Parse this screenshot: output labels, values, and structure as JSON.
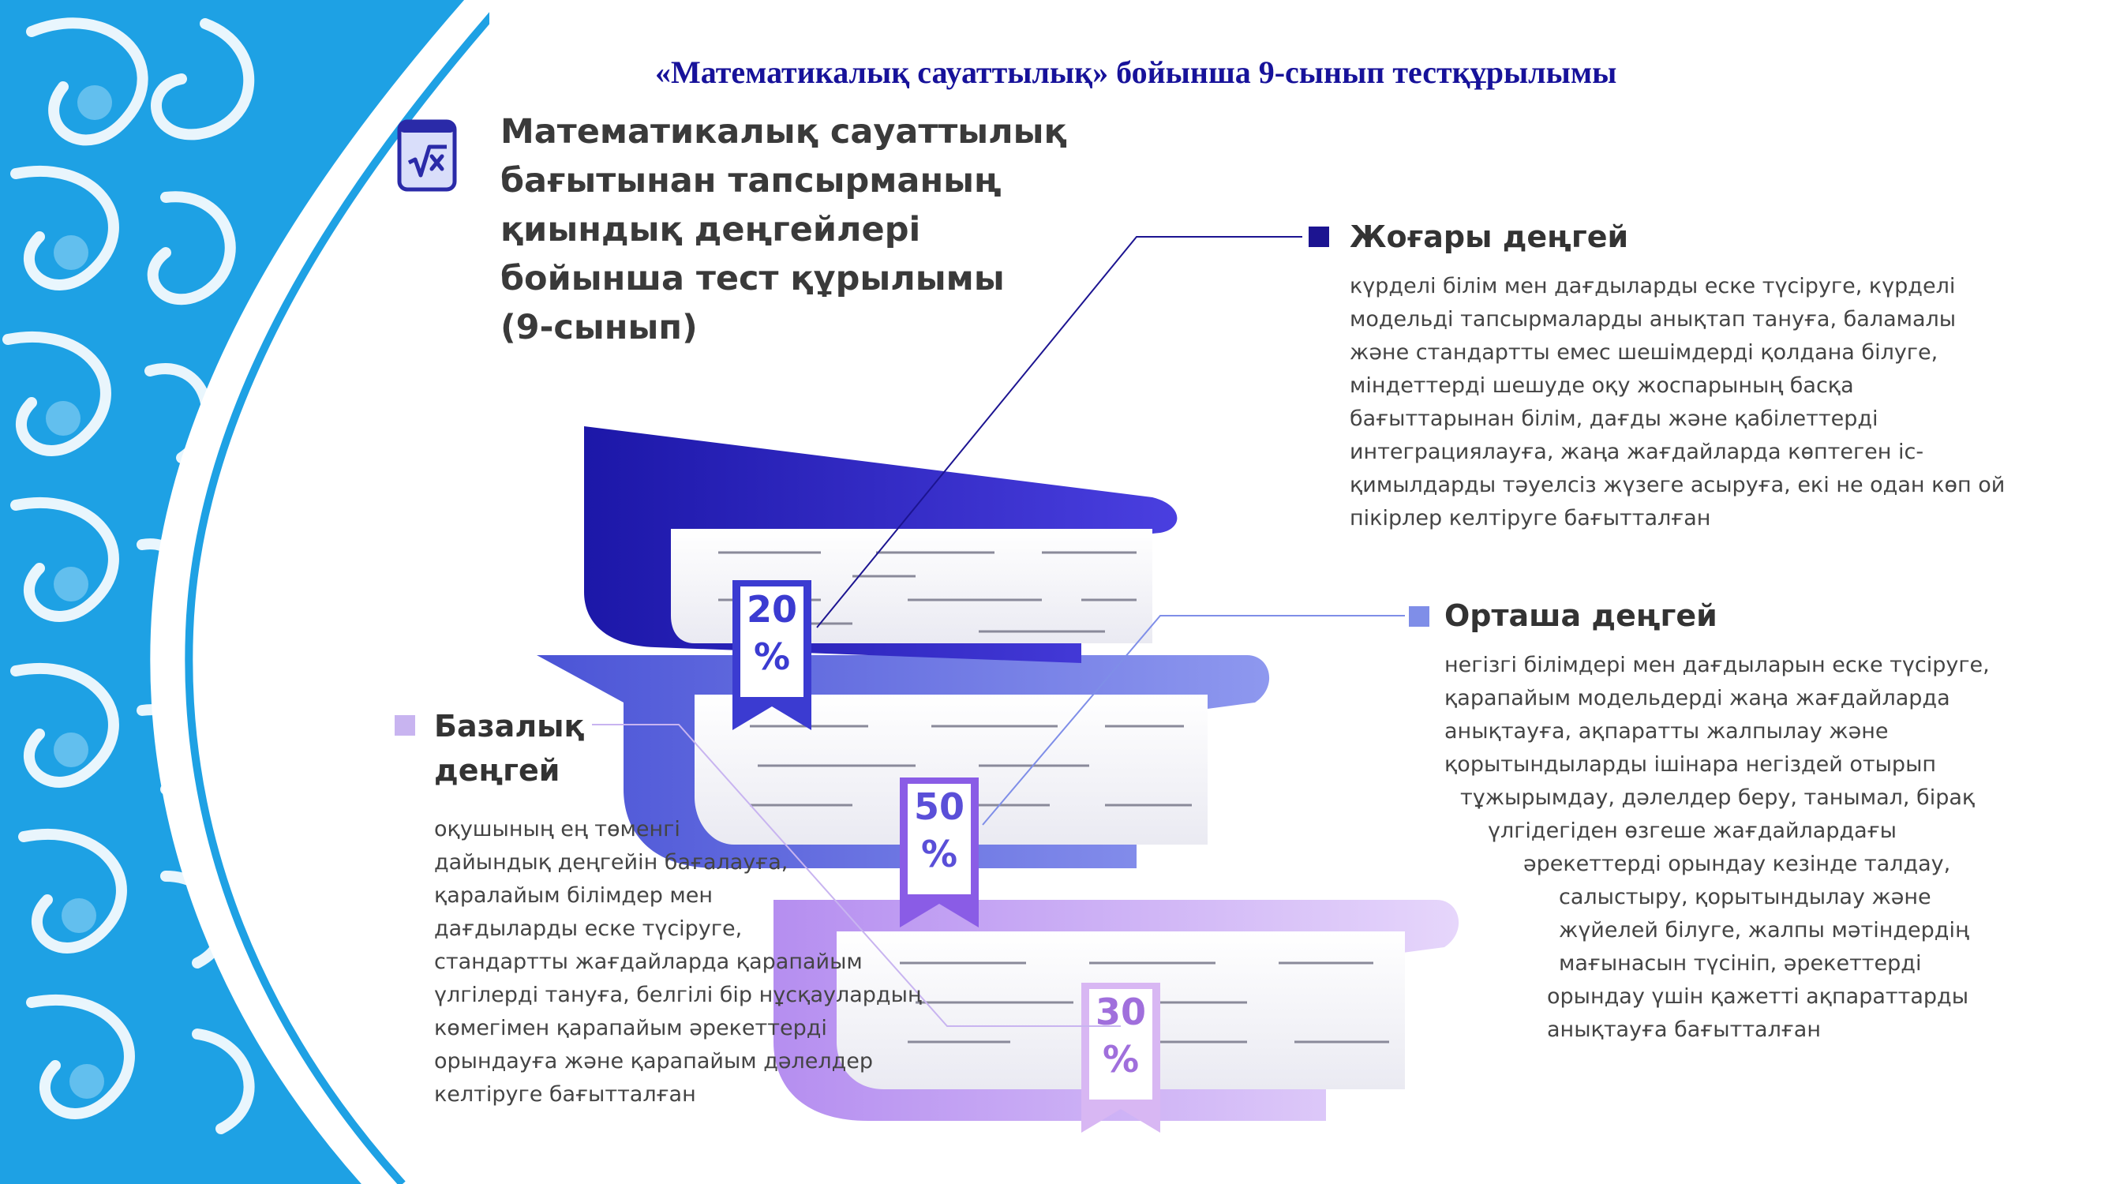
{
  "slide_title": "«Математикалық сауаттылық» бойынша 9-сынып тестқұрылымы",
  "header_icon": "square-root-x-icon",
  "heading_lines": [
    "Математикалық сауаттылық",
    "бағытынан тапсырманың",
    "қиындық деңгейлері",
    "бойынша тест құрылымы",
    "(9-сынып)"
  ],
  "colors": {
    "title": "#17129a",
    "high": "#1c1491",
    "medium": "#7f8ee8",
    "basic": "#c8b4f0",
    "ornament": "#1ea1e4"
  },
  "levels": {
    "high": {
      "title": "Жоғары деңгей",
      "percent": "20",
      "percent_sign": "%",
      "lines": [
        "күрделі білім мен дағдыларды еске түсіруге, күрделі",
        "модельді тапсырмаларды анықтап тануға, баламалы",
        "және стандартты емес шешімдерді қолдана білуге,",
        "міндеттерді шешуде оқу жоспарының басқа",
        "бағыттарынан білім, дағды және қабілеттерді",
        "интеграциялауға, жаңа жағдайларда көптеген іс-",
        "қимылдарды тәуелсіз жүзеге асыруға, екі не одан көп ой",
        "пікірлер келтіруге бағытталған"
      ]
    },
    "medium": {
      "title": "Орташа деңгей",
      "percent": "50",
      "percent_sign": "%",
      "lines": [
        "негізгі білімдері мен дағдыларын еске түсіруге,",
        "қарапайым модельдерді жаңа жағдайларда",
        "анықтауға, ақпаратты жалпылау және",
        "қорытындыларды ішінара негіздей отырып",
        "тұжырымдау, дәлелдер беру, танымал, бірақ",
        "үлгідегіден өзгеше жағдайлардағы",
        "әрекеттерді орындау кезінде талдау,",
        "салыстыру, қорытындылау және",
        "жүйелей білуге, жалпы мәтіндердің",
        "мағынасын түсініп, әрекеттерді",
        "орындау үшін қажетті ақпараттарды",
        "анықтауға бағытталған"
      ]
    },
    "basic": {
      "title_lines": [
        "Базалық",
        "деңгей"
      ],
      "percent": "30",
      "percent_sign": "%",
      "lines": [
        "оқушының ең төменгі",
        "дайындық деңгейін бағалауға,",
        "қаралайым білімдер мен",
        "дағдыларды еске түсіруге,",
        "стандартты жағдайларда қарапайым",
        "үлгілерді тануға, белгілі бір нұсқаулардың",
        "көмегімен қарапайым әрекеттерді",
        "орындауға және қарапайым дәлелдер",
        "келтіруге бағытталған"
      ]
    }
  }
}
